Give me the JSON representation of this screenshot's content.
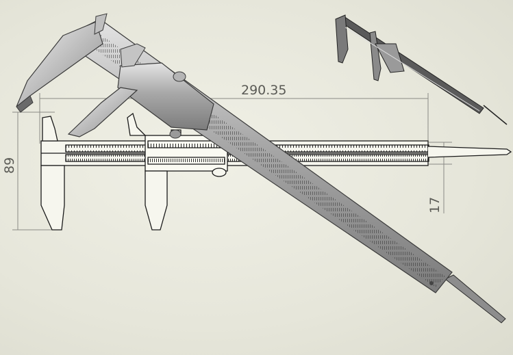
{
  "drawing": {
    "dimension_width": "290.35",
    "dimension_height": "89",
    "dimension_depth": "17"
  },
  "colors": {
    "background": "#e8e8dc",
    "metal_light": "#c9c9c9",
    "metal_dark": "#6a6a6a",
    "line": "#1a1a1a",
    "dimension_line": "#7a7a75"
  },
  "views": [
    "front-view-line-drawing",
    "isometric-shaded-view",
    "isometric-thumbnail-view"
  ]
}
